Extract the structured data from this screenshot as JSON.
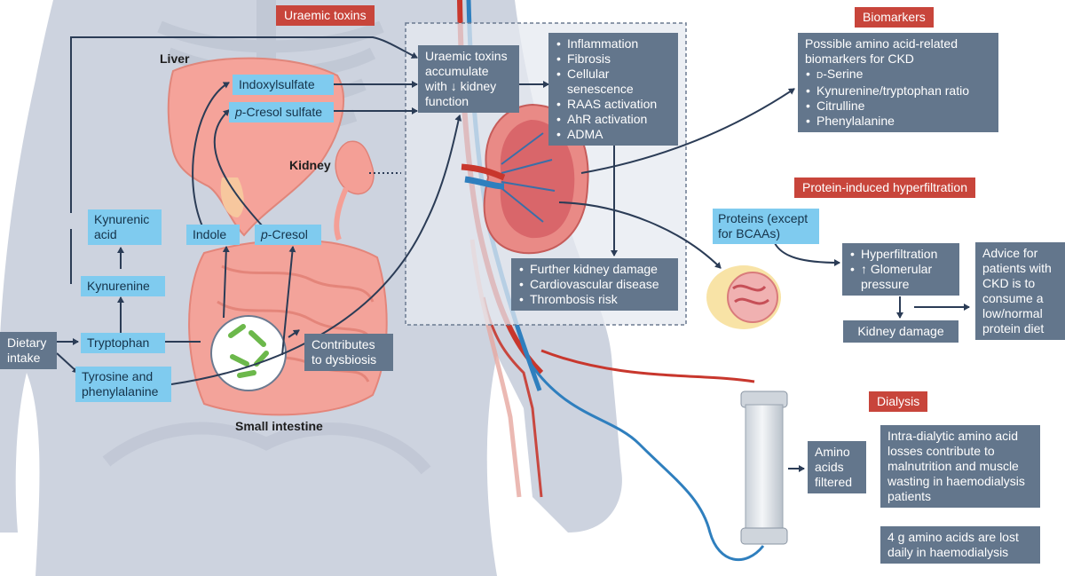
{
  "colors": {
    "label_blue": "#7fcbef",
    "slate": "#63768c",
    "header_red": "#c8453b",
    "body_silhouette": "#cdd3df",
    "arrow": "#2b3c56",
    "artery_red": "#c8372d",
    "vein_blue": "#2f7fbe"
  },
  "headers": {
    "uraemic_toxins": "Uraemic toxins",
    "biomarkers": "Biomarkers",
    "hyperfiltration": "Protein-induced hyperfiltration",
    "dialysis": "Dialysis"
  },
  "organs": {
    "liver": "Liver",
    "kidney": "Kidney",
    "small_intestine": "Small intestine"
  },
  "metabolites": {
    "indoxylsulfate": "Indoxylsulfate",
    "p_cresol_sulfate_prefix": "p",
    "p_cresol_sulfate_rest": "-Cresol sulfate",
    "kynurenic_acid": "Kynurenic acid",
    "indole": "Indole",
    "p_cresol_prefix": "p",
    "p_cresol_rest": "-Cresol",
    "kynurenine": "Kynurenine",
    "tryptophan": "Tryptophan",
    "tyrosine": "Tyrosine and phenylalanine"
  },
  "dietary_intake": "Dietary intake",
  "dysbiosis": "Contributes to dysbiosis",
  "toxins_accumulate": "Uraemic toxins accumulate with ↓ kidney function",
  "effects": [
    "Inflammation",
    "Fibrosis",
    "Cellular senescence",
    "RAAS activation",
    "AhR activation",
    "ADMA"
  ],
  "outcomes": [
    "Further kidney damage",
    "Cardiovascular disease",
    "Thrombosis risk"
  ],
  "biomarkers": {
    "intro": "Possible amino acid-related biomarkers for CKD",
    "items": [
      {
        "prefix": "D",
        "text": "-Serine"
      },
      {
        "prefix": "",
        "text": "Kynurenine/tryptophan ratio"
      },
      {
        "prefix": "",
        "text": "Citrulline"
      },
      {
        "prefix": "",
        "text": "Phenylalanine"
      }
    ]
  },
  "hyperfiltration": {
    "proteins": "Proteins (except for BCAAs)",
    "effects": [
      "Hyperfiltration",
      "↑ Glomerular pressure"
    ],
    "damage": "Kidney damage",
    "advice": "Advice for patients with CKD is to consume a low/normal protein diet"
  },
  "dialysis": {
    "filtered": "Amino acids filtered",
    "losses": "Intra-dialytic amino acid losses contribute to malnutrition and muscle wasting in haemodialysis patients",
    "daily": "4 g amino acids are lost daily in haemodialysis"
  }
}
